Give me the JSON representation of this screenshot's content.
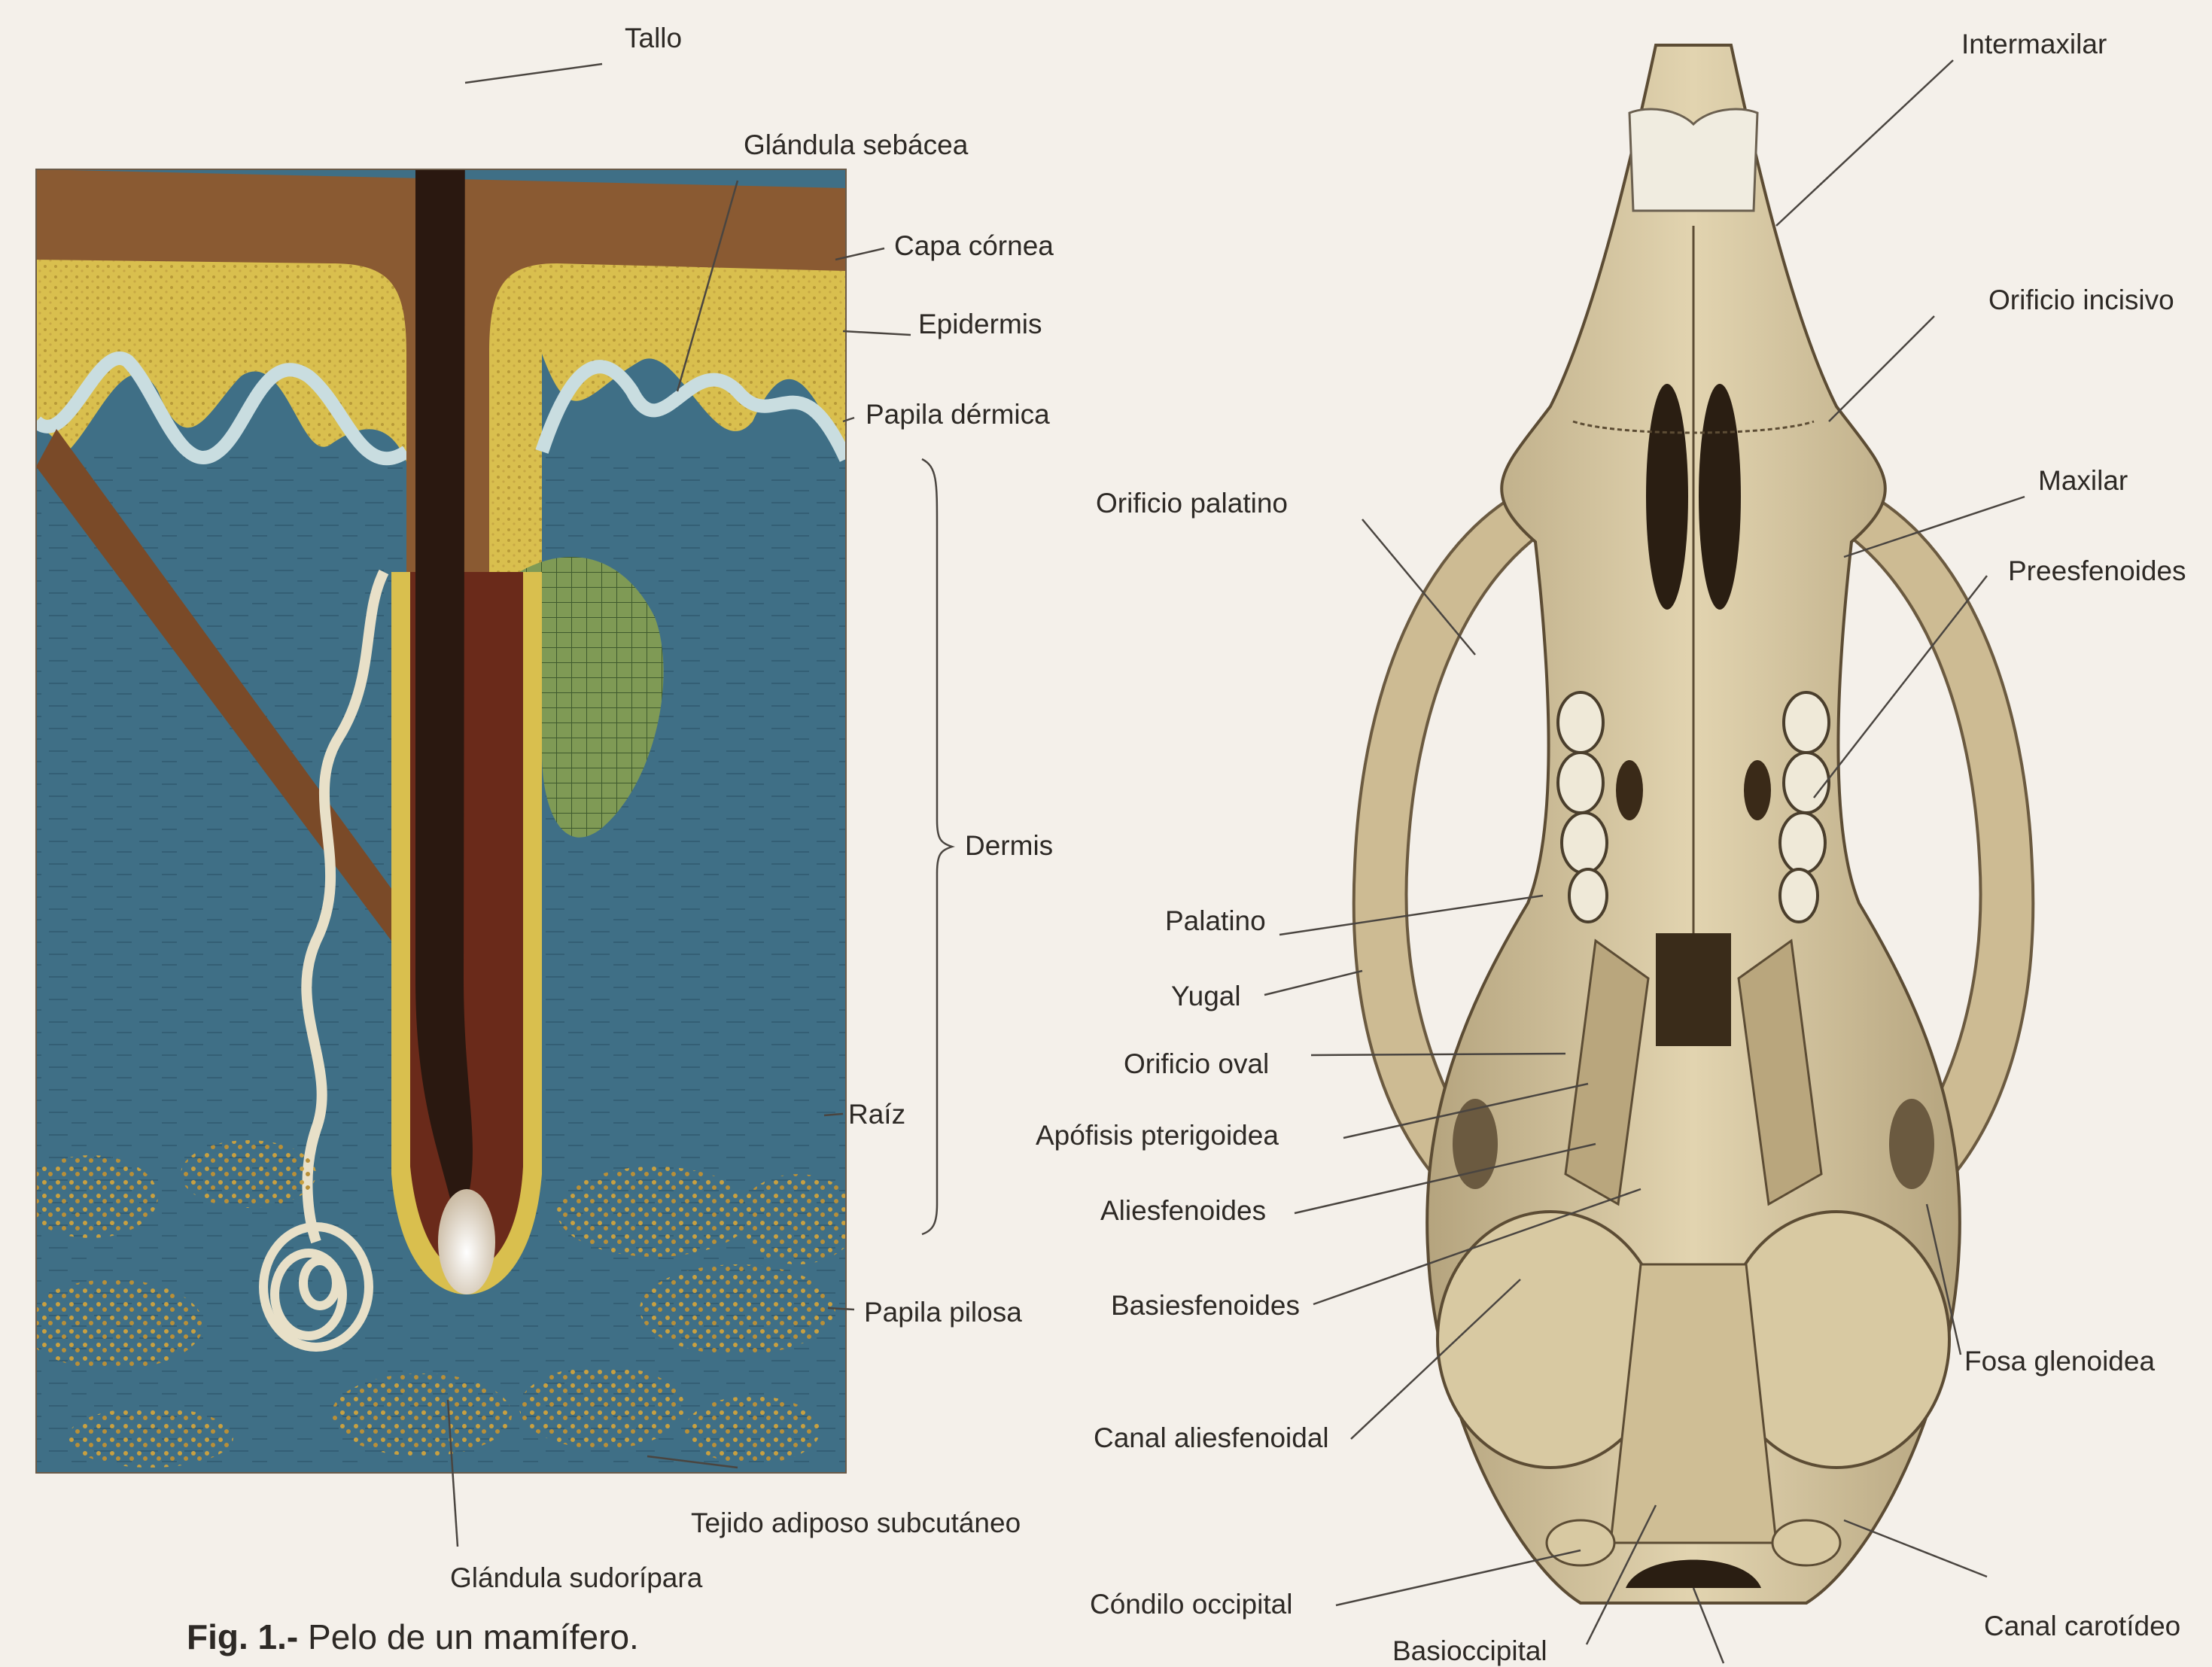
{
  "hair_figure": {
    "labels": {
      "tallo": "Tallo",
      "glandula_sebacea": "Glándula sebácea",
      "capa_cornea": "Capa córnea",
      "epidermis": "Epidermis",
      "papila_dermica": "Papila dérmica",
      "dermis": "Dermis",
      "raiz": "Raíz",
      "papila_pilosa": "Papila pilosa",
      "tejido_adiposo": "Tejido adiposo subcutáneo",
      "glandula_sudoripara": "Glándula sudorípara"
    },
    "caption_prefix": "Fig. 1.-",
    "caption_text": "Pelo de un mamífero."
  },
  "skull_figure": {
    "labels": {
      "intermaxilar": "Intermaxilar",
      "orificio_incisivo": "Orificio incisivo",
      "maxilar": "Maxilar",
      "preesfenoides": "Preesfenoides",
      "orificio_palatino": "Orificio palatino",
      "palatino": "Palatino",
      "yugal": "Yugal",
      "orificio_oval": "Orificio oval",
      "apofisis_pterigoidea": "Apófisis pterigoidea",
      "aliesfenoides": "Aliesfenoides",
      "basiesfenoides": "Basiesfenoides",
      "canal_aliesfenoidal": "Canal aliesfenoidal",
      "condilo_occipital": "Cóndilo occipital",
      "basioccipital": "Basioccipital",
      "fosa_glenoidea": "Fosa glenoidea",
      "canal_carotideo": "Canal carotídeo"
    }
  },
  "colors": {
    "background": "#f4f0ea",
    "dermis_blue": "#3f6f86",
    "epidermis_yellow": "#d9bf4e",
    "cornea_brown": "#8a5a32",
    "hair_shaft": "#2a1810",
    "bone": "#d9c9a3",
    "bone_shadow": "#8f7d5c",
    "leader_line": "#4a4540"
  }
}
